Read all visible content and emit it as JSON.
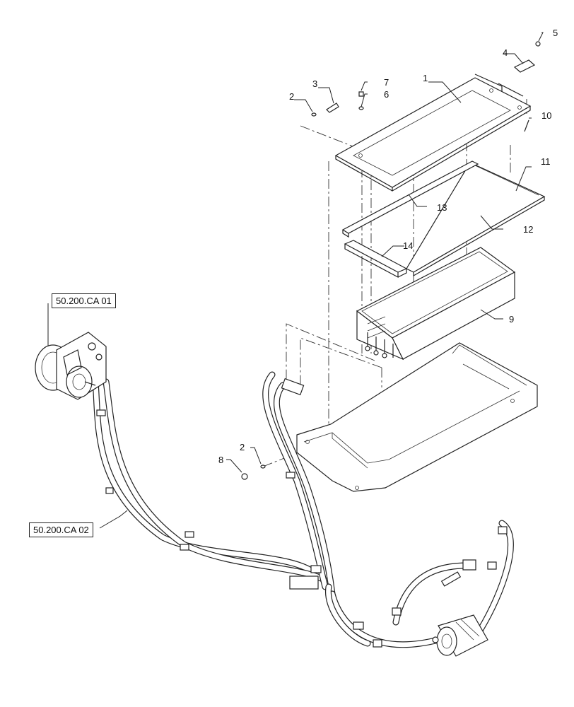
{
  "callouts": [
    {
      "id": "c1",
      "label": "1"
    },
    {
      "id": "c2a",
      "label": "2"
    },
    {
      "id": "c2b",
      "label": "2"
    },
    {
      "id": "c3",
      "label": "3"
    },
    {
      "id": "c4",
      "label": "4"
    },
    {
      "id": "c5",
      "label": "5"
    },
    {
      "id": "c6",
      "label": "6"
    },
    {
      "id": "c7",
      "label": "7"
    },
    {
      "id": "c8",
      "label": "8"
    },
    {
      "id": "c9",
      "label": "9"
    },
    {
      "id": "c10",
      "label": "10"
    },
    {
      "id": "c11",
      "label": "11"
    },
    {
      "id": "c12",
      "label": "12"
    },
    {
      "id": "c13",
      "label": "13"
    },
    {
      "id": "c14",
      "label": "14"
    }
  ],
  "references": [
    {
      "id": "ref1",
      "label": "50.200.CA 01"
    },
    {
      "id": "ref2",
      "label": "50.200.CA 02"
    }
  ]
}
